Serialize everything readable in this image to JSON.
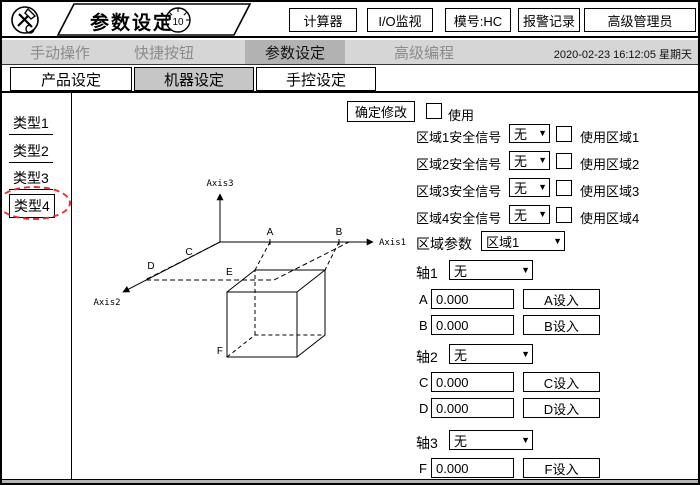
{
  "colors": {
    "highlight_red": "#e23030",
    "active_tab_bg": "#b2b2b2"
  },
  "icons": {
    "dropdown_arrow": "▼"
  },
  "header": {
    "title": "参数设定",
    "dial_value": "10",
    "buttons": {
      "calculator": "计算器",
      "io_monitor": "I/O监视",
      "model": "模号:HC",
      "alarm_log": "报警记录",
      "admin": "高级管理员"
    }
  },
  "nav": {
    "tabs": [
      "手动操作",
      "快捷按钮",
      "参数设定",
      "高级编程"
    ],
    "datetime": "2020-02-23  16:12:05 星期天"
  },
  "subnav": {
    "tabs": [
      "产品设定",
      "机器设定",
      "手控设定"
    ]
  },
  "sidebar": {
    "items": [
      "类型1",
      "类型2",
      "类型3",
      "类型4"
    ]
  },
  "diagram": {
    "axes": [
      "Axis1",
      "Axis2",
      "Axis3"
    ],
    "points": [
      "A",
      "B",
      "C",
      "D",
      "E",
      "F"
    ]
  },
  "form": {
    "confirm": "确定修改",
    "use": "使用",
    "zones": [
      {
        "label": "区域1安全信号",
        "value": "无",
        "use": "使用区域1"
      },
      {
        "label": "区域2安全信号",
        "value": "无",
        "use": "使用区域2"
      },
      {
        "label": "区域3安全信号",
        "value": "无",
        "use": "使用区域3"
      },
      {
        "label": "区域4安全信号",
        "value": "无",
        "use": "使用区域4"
      }
    ],
    "zone_param": {
      "label": "区域参数",
      "value": "区域1"
    },
    "axis_groups": [
      {
        "label": "轴1",
        "value": "无"
      },
      {
        "label": "轴2",
        "value": "无"
      },
      {
        "label": "轴3",
        "value": "无"
      }
    ],
    "fields": [
      {
        "key": "A",
        "value": "0.000",
        "button": "A设入"
      },
      {
        "key": "B",
        "value": "0.000",
        "button": "B设入"
      },
      {
        "key": "C",
        "value": "0.000",
        "button": "C设入"
      },
      {
        "key": "D",
        "value": "0.000",
        "button": "D设入"
      },
      {
        "key": "F",
        "value": "0.000",
        "button": "F设入"
      }
    ]
  }
}
